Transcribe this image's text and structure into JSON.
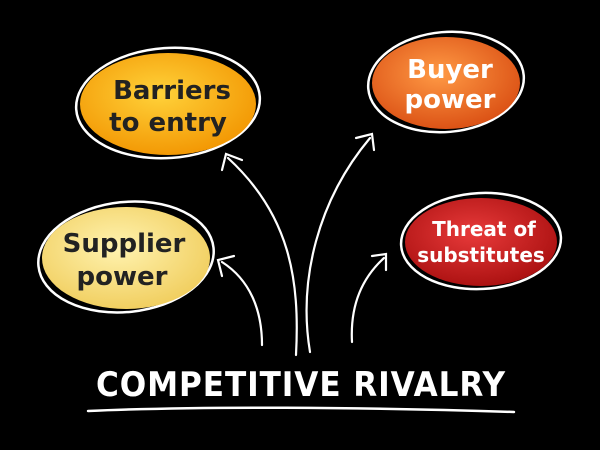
{
  "diagram": {
    "title": "COMPETITIVE RIVALRY",
    "nodes": {
      "barriers": {
        "line1": "Barriers",
        "line2": "to entry"
      },
      "buyer": {
        "line1": "Buyer",
        "line2": "power"
      },
      "supplier": {
        "line1": "Supplier",
        "line2": "power"
      },
      "substitutes": {
        "line1": "Threat of",
        "line2": "substitutes"
      }
    }
  },
  "colors": {
    "background": "#000000",
    "ink": "#ffffff",
    "text_dark": "#222222",
    "barriers_fill": "#f5a200",
    "buyer_fill": "#e8601c",
    "supplier_fill": "#f7dc7a",
    "substitutes_fill": "#c41a1a"
  }
}
